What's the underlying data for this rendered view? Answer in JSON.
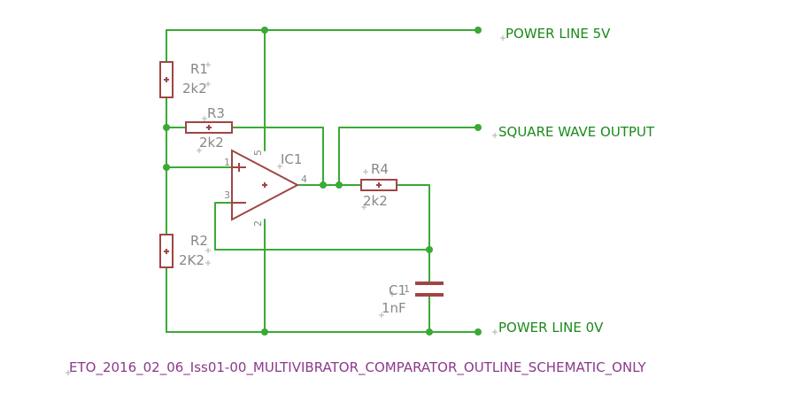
{
  "net_labels": {
    "power_5v": "POWER LINE 5V",
    "square_out": "SQUARE WAVE OUTPUT",
    "power_0v": "POWER LINE 0V"
  },
  "components": {
    "r1": {
      "name": "R1",
      "value": "2k2"
    },
    "r2": {
      "name": "R2",
      "value": "2K2"
    },
    "r3": {
      "name": "R3",
      "value": "2k2"
    },
    "r4": {
      "name": "R4",
      "value": "2k2"
    },
    "c1": {
      "name": "C1",
      "value": "1nF"
    },
    "ic1": {
      "name": "IC1"
    }
  },
  "pins": {
    "ic1_p1": "1",
    "ic1_p3": "3",
    "ic1_p4": "4",
    "ic1_p5": "5",
    "ic1_p2": "2",
    "c1_p1": "1"
  },
  "title": "ETO_2016_02_06_Iss01-00_MULTIVIBRATOR_COMPARATOR_OUTLINE_SCHEMATIC_ONLY",
  "colors": {
    "wire": "#3aaa35",
    "component": "#a04545",
    "label": "#888888",
    "net_label": "#1a8a1a",
    "title": "#8a3a8a"
  }
}
